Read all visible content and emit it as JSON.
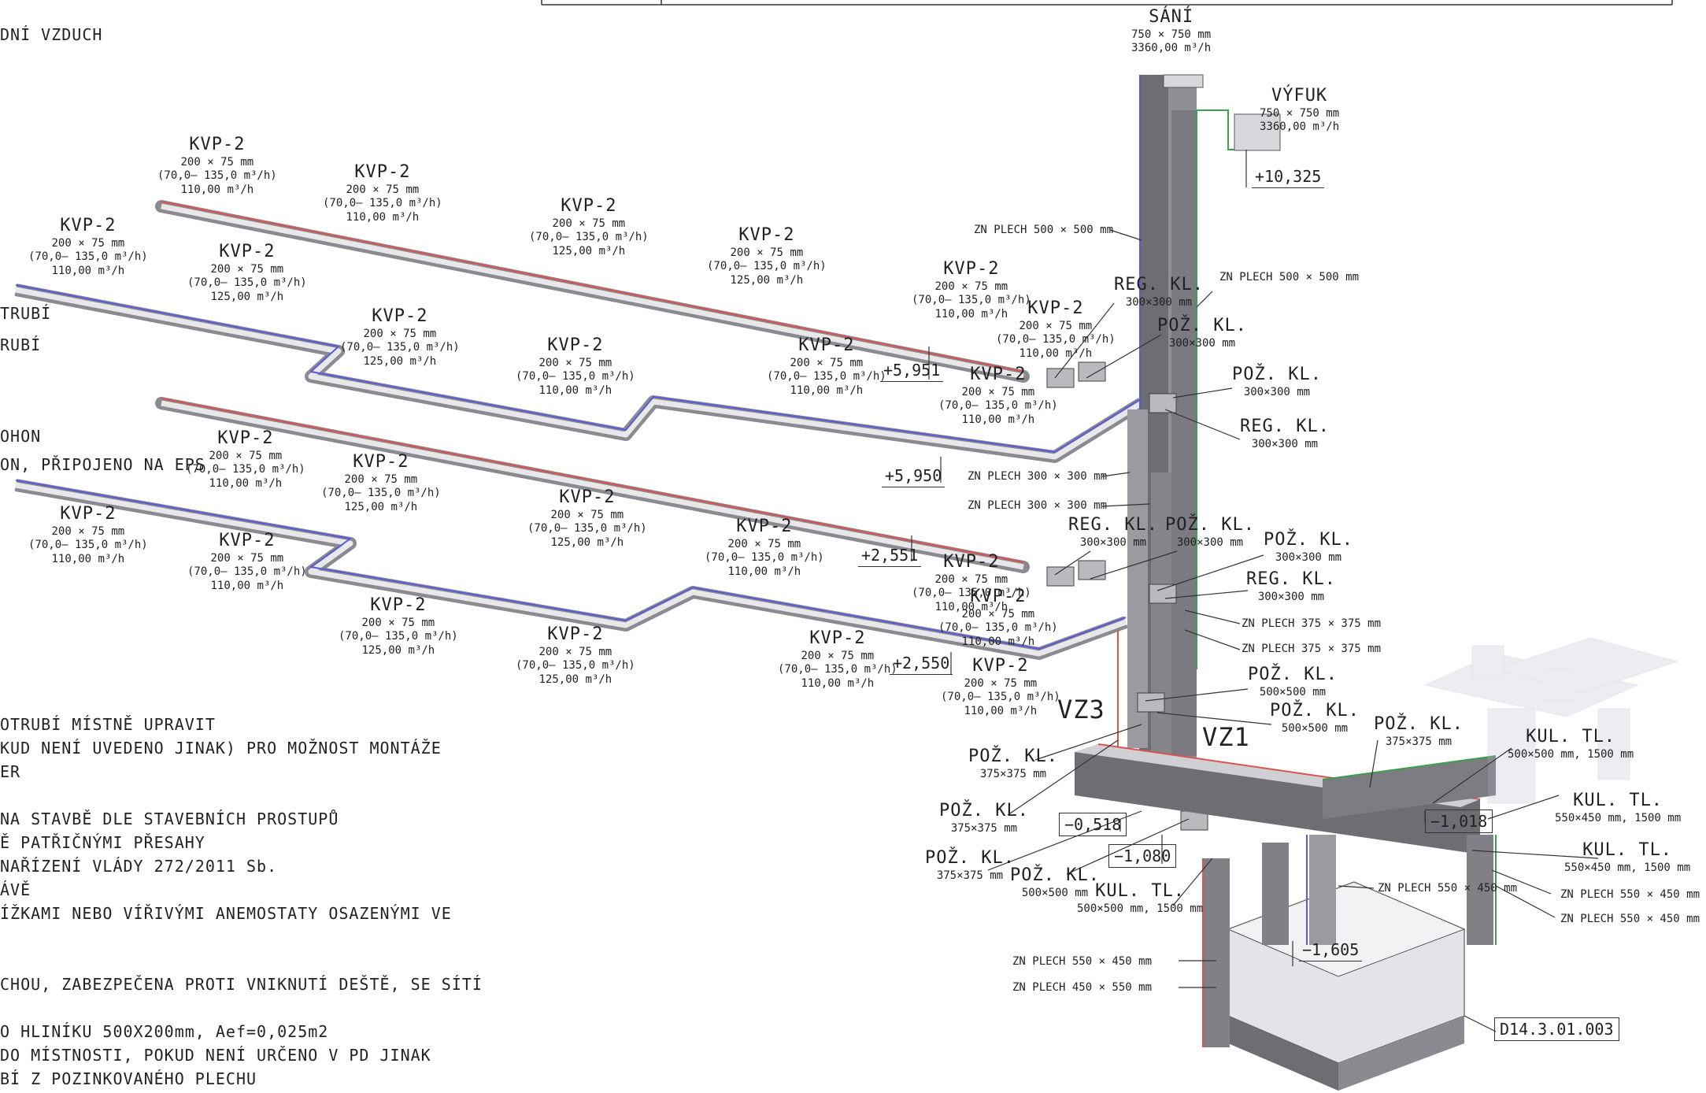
{
  "notes_top": [
    "DNÍ VZDUCH",
    "TRUBÍ",
    "RUBÍ",
    "OHON",
    "ON, PŘIPOJENO NA EPS"
  ],
  "notes_bottom": [
    "OTRUBÍ MÍSTNĚ UPRAVIT",
    "KUD NENÍ UVEDENO JINAK) PRO MOŽNOST MONTÁŽE",
    "ER",
    "NA STAVBĚ DLE STAVEBNÍCH PROSTUPŮ",
    "Ě PATŘIČNÝMI PŘESAHY",
    "NAŘÍZENÍ VLÁDY 272/2011 Sb.",
    "ÁVĚ",
    "ÍŽKAMI NEBO VÍŘIVÝMI ANEMOSTATY OSAZENÝMI VE",
    "CHOU, ZABEZPEČENA PROTI VNIKNUTÍ DEŠTĚ, SE SÍTÍ",
    "O HLINÍKU 500X200mm, Aef=0,025m2",
    "DO MÍSTNOSTI, POKUD NENÍ URČENO V PD JINAK",
    "BÍ Z POZINKOVANÉHO PLECHU"
  ],
  "kvp_labels": [
    {
      "t": "KVP-2",
      "a": "200 × 75 mm",
      "b": "(70,0– 135,0 m³/h)",
      "c": "110,00 m³/h"
    },
    {
      "t": "KVP-2",
      "a": "200 × 75 mm",
      "b": "(70,0– 135,0 m³/h)",
      "c": "110,00 m³/h"
    },
    {
      "t": "KVP-2",
      "a": "200 × 75 mm",
      "b": "(70,0– 135,0 m³/h)",
      "c": "125,00 m³/h"
    },
    {
      "t": "KVP-2",
      "a": "200 × 75 mm",
      "b": "(70,0– 135,0 m³/h)",
      "c": "125,00 m³/h"
    },
    {
      "t": "KVP-2",
      "a": "200 × 75 mm",
      "b": "(70,0– 135,0 m³/h)",
      "c": "110,00 m³/h"
    },
    {
      "t": "KVP-2",
      "a": "200 × 75 mm",
      "b": "(70,0– 135,0 m³/h)",
      "c": "110,00 m³/h"
    },
    {
      "t": "KVP-2",
      "a": "200 × 75 mm",
      "b": "(70,0– 135,0 m³/h)",
      "c": "110,00 m³/h"
    },
    {
      "t": "KVP-2",
      "a": "200 × 75 mm",
      "b": "(70,0– 135,0 m³/h)",
      "c": "125,00 m³/h"
    },
    {
      "t": "KVP-2",
      "a": "200 × 75 mm",
      "b": "(70,0– 135,0 m³/h)",
      "c": "125,00 m³/h"
    },
    {
      "t": "KVP-2",
      "a": "200 × 75 mm",
      "b": "(70,0– 135,0 m³/h)",
      "c": "110,00 m³/h"
    },
    {
      "t": "KVP-2",
      "a": "200 × 75 mm",
      "b": "(70,0– 135,0 m³/h)",
      "c": "110,00 m³/h"
    },
    {
      "t": "KVP-2",
      "a": "200 × 75 mm",
      "b": "(70,0– 135,0 m³/h)",
      "c": "110,00 m³/h"
    },
    {
      "t": "KVP-2",
      "a": "200 × 75 mm",
      "b": "(70,0– 135,0 m³/h)",
      "c": "110,00 m³/h"
    },
    {
      "t": "KVP-2",
      "a": "200 × 75 mm",
      "b": "(70,0– 135,0 m³/h)",
      "c": "110,00 m³/h"
    },
    {
      "t": "KVP-2",
      "a": "200 × 75 mm",
      "b": "(70,0– 135,0 m³/h)",
      "c": "125,00 m³/h"
    },
    {
      "t": "KVP-2",
      "a": "200 × 75 mm",
      "b": "(70,0– 135,0 m³/h)",
      "c": "125,00 m³/h"
    },
    {
      "t": "KVP-2",
      "a": "200 × 75 mm",
      "b": "(70,0– 135,0 m³/h)",
      "c": "110,00 m³/h"
    },
    {
      "t": "KVP-2",
      "a": "200 × 75 mm",
      "b": "(70,0– 135,0 m³/h)",
      "c": "110,00 m³/h"
    },
    {
      "t": "KVP-2",
      "a": "200 × 75 mm",
      "b": "(70,0– 135,0 m³/h)",
      "c": "125,00 m³/h"
    },
    {
      "t": "KVP-2",
      "a": "200 × 75 mm",
      "b": "(70,0– 135,0 m³/h)",
      "c": "125,00 m³/h"
    },
    {
      "t": "KVP-2",
      "a": "200 × 75 mm",
      "b": "(70,0– 135,0 m³/h)",
      "c": "110,00 m³/h"
    },
    {
      "t": "KVP-2",
      "a": "200 × 75 mm",
      "b": "(70,0– 135,0 m³/h)",
      "c": "110,00 m³/h"
    },
    {
      "t": "KVP-2",
      "a": "200 × 75 mm",
      "b": "(70,0– 135,0 m³/h)",
      "c": "110,00 m³/h"
    },
    {
      "t": "KVP-2",
      "a": "200 × 75 mm",
      "b": "(70,0– 135,0 m³/h)",
      "c": "110,00 m³/h"
    }
  ],
  "sani": {
    "t": "SÁNÍ",
    "a": "750 × 750 mm",
    "b": "3360,00 m³/h"
  },
  "vyfuk": {
    "t": "VÝFUK",
    "a": "750 × 750 mm",
    "b": "3360,00 m³/h"
  },
  "elevations": [
    "+10,325",
    "+5,951",
    "+5,950",
    "+2,551",
    "+2,550",
    "−0,518",
    "−1,080",
    "−1,018",
    "−1,605"
  ],
  "dampers": [
    {
      "t": "REG. KL.",
      "s": "300×300 mm"
    },
    {
      "t": "POŽ. KL.",
      "s": "300×300 mm"
    },
    {
      "t": "POŽ. KL.",
      "s": "300×300 mm"
    },
    {
      "t": "REG. KL.",
      "s": "300×300 mm"
    },
    {
      "t": "REG. KL.",
      "s": "300×300 mm"
    },
    {
      "t": "POŽ. KL.",
      "s": "300×300 mm"
    },
    {
      "t": "POŽ. KL.",
      "s": "300×300 mm"
    },
    {
      "t": "REG. KL.",
      "s": "300×300 mm"
    },
    {
      "t": "POŽ. KL.",
      "s": "500×500 mm"
    },
    {
      "t": "POŽ. KL.",
      "s": "500×500 mm"
    },
    {
      "t": "POŽ. KL.",
      "s": "375×375 mm"
    },
    {
      "t": "POŽ. KL.",
      "s": "375×375 mm"
    },
    {
      "t": "POŽ. KL.",
      "s": "375×375 mm"
    },
    {
      "t": "POŽ. KL.",
      "s": "375×375 mm"
    },
    {
      "t": "POŽ. KL.",
      "s": "500×500 mm"
    },
    {
      "t": "KUL. TL.",
      "s": "500×500 mm, 1500 mm"
    },
    {
      "t": "KUL. TL.",
      "s": "500×500 mm, 1500 mm"
    },
    {
      "t": "KUL. TL.",
      "s": "550×450 mm, 1500 mm"
    },
    {
      "t": "KUL. TL.",
      "s": "550×450 mm, 1500 mm"
    }
  ],
  "ducts": [
    "ZN PLECH 500 × 500 mm",
    "ZN PLECH 500 × 500 mm",
    "ZN PLECH 300 × 300 mm",
    "ZN PLECH 300 × 300 mm",
    "ZN PLECH 375 × 375 mm",
    "ZN PLECH 375 × 375 mm",
    "ZN PLECH 550 × 450 mm",
    "ZN PLECH 550 × 450 mm",
    "ZN PLECH 550 × 450 mm",
    "ZN PLECH 550 × 450 mm",
    "ZN PLECH 450 × 550 mm"
  ],
  "vz": [
    "VZ3",
    "VZ1"
  ],
  "unit_tag": "D14.3.01.003",
  "colors": {
    "supply": "#d9534f",
    "exhaust": "#5b5bd6",
    "green": "#3aa14a",
    "duct_dark": "#6d6d73",
    "duct_light": "#c9c9ce",
    "line": "#333333"
  }
}
